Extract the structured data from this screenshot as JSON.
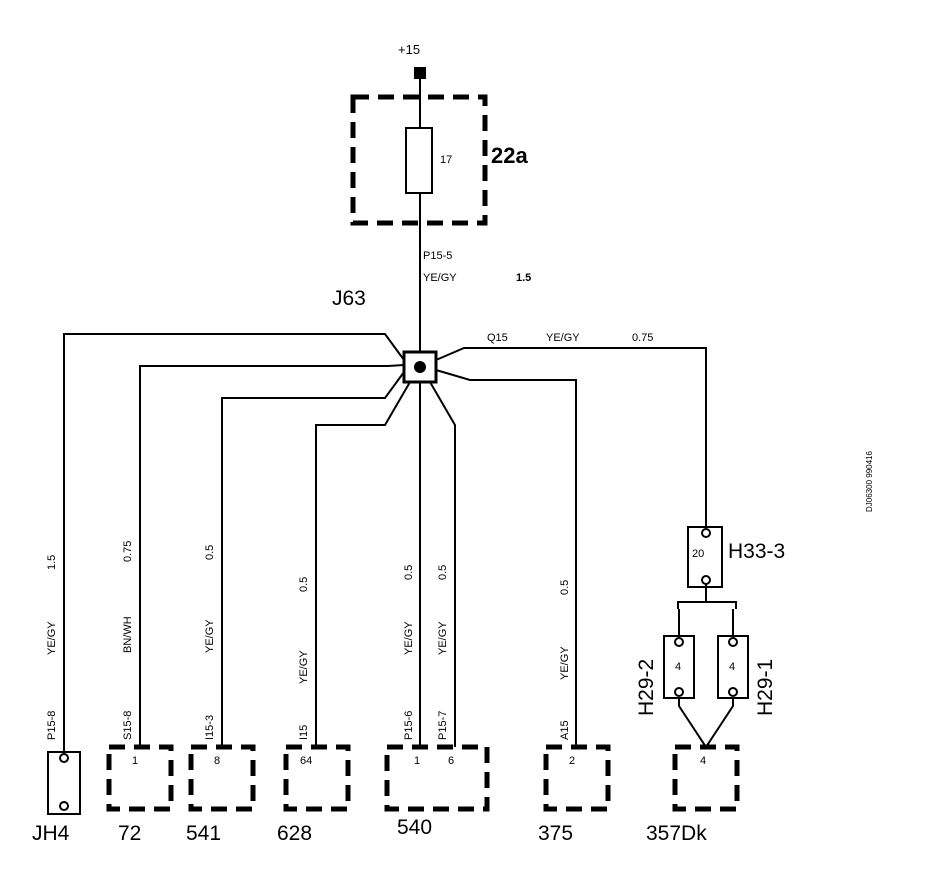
{
  "supply": "+15",
  "fuse_box": {
    "id": "22a",
    "fuse": "17"
  },
  "feed": {
    "pin": "P15-5",
    "color": "YE/GY",
    "size": "1.5"
  },
  "splice": "J63",
  "branch_right": {
    "pin": "Q15",
    "color": "YE/GY",
    "size": "0.75"
  },
  "wires": [
    {
      "size": "1.5",
      "color": "YE/GY",
      "pin": "P15-8"
    },
    {
      "size": "0.75",
      "color": "BN/WH",
      "pin": "S15-8"
    },
    {
      "size": "0.5",
      "color": "YE/GY",
      "pin": "I15-3"
    },
    {
      "size": "0.5",
      "color": "YE/GY",
      "pin": "I15"
    },
    {
      "size": "0.5",
      "color": "YE/GY",
      "pin": "P15-6"
    },
    {
      "size": "0.5",
      "color": "YE/GY",
      "pin": "P15-7"
    },
    {
      "size": "0.5",
      "color": "YE/GY",
      "pin": "A15"
    }
  ],
  "components": [
    {
      "label": "JH4"
    },
    {
      "label": "72",
      "pin": "1"
    },
    {
      "label": "541",
      "pin": "8"
    },
    {
      "label": "628",
      "pin": "64"
    },
    {
      "label": "540",
      "pins": [
        "1",
        "6"
      ]
    },
    {
      "label": "375",
      "pin": "2"
    },
    {
      "label": "357Dk",
      "pin": "4"
    }
  ],
  "connectors": {
    "h33": {
      "label": "H33-3",
      "pin": "20"
    },
    "h29_2": {
      "label": "H29-2",
      "pin": "4"
    },
    "h29_1": {
      "label": "H29-1",
      "pin": "4"
    }
  },
  "doc_id": "DJ06300 990416"
}
